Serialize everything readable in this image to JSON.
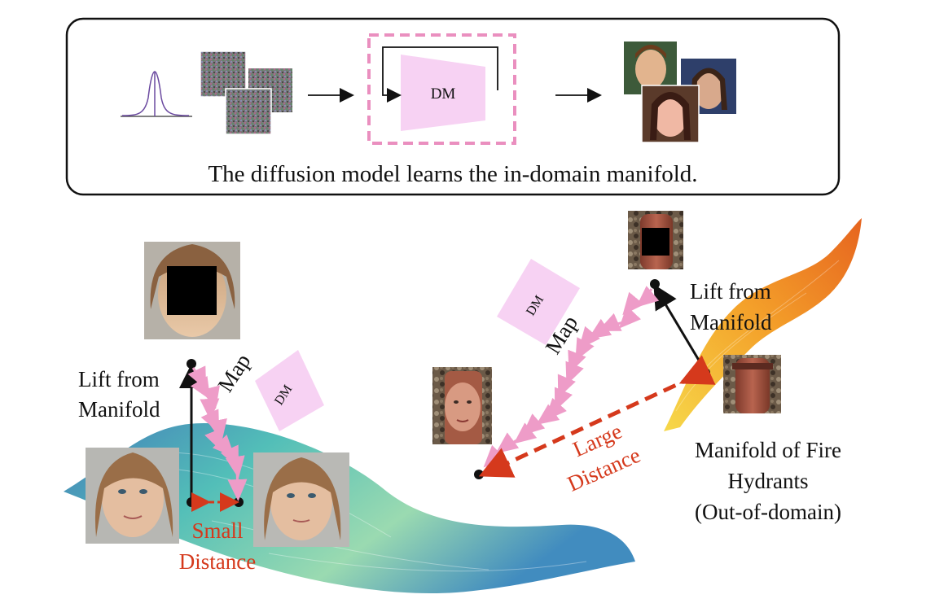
{
  "top_panel": {
    "caption": "The diffusion model learns the in-domain manifold.",
    "dm_label": "DM"
  },
  "left_scene": {
    "lift_label_line1": "Lift from",
    "lift_label_line2": "Manifold",
    "map_label": "Map",
    "dm_label": "DM",
    "distance_line1": "Small",
    "distance_line2": "Distance"
  },
  "right_scene": {
    "lift_label_line1": "Lift from",
    "lift_label_line2": "Manifold",
    "map_label": "Map",
    "dm_label": "DM",
    "distance_line1": "Large",
    "distance_line2": "Distance",
    "manifold_label_line1": "Manifold of Fire",
    "manifold_label_line2": "Hydrants",
    "manifold_label_line3": "(Out-of-domain)"
  },
  "colors": {
    "pink_path": "#ee9cc8",
    "dm_fill": "#f7d2f3",
    "distance_red": "#d5391c",
    "dashed_box": "#ea8fbf"
  }
}
